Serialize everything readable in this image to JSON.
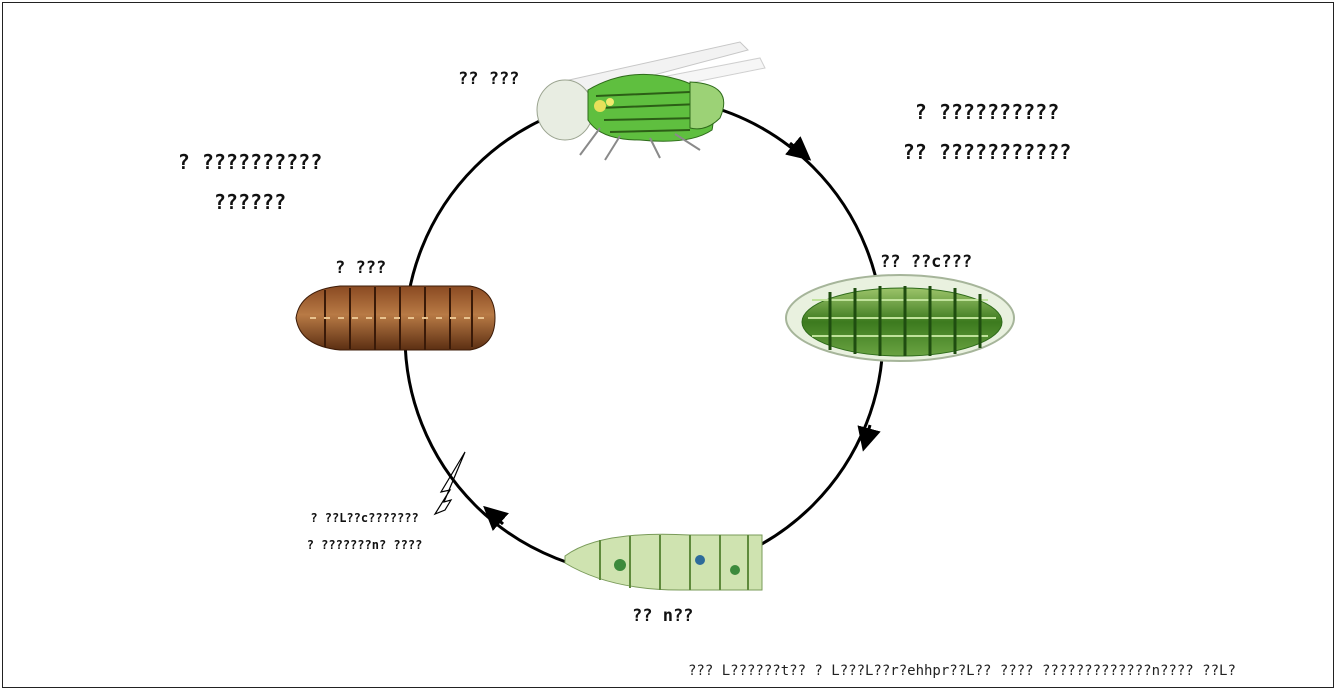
{
  "stages": {
    "adult": "?? ???",
    "egg": "?? ??c???",
    "larva": "?? n??",
    "pupa": "? ???"
  },
  "notes": {
    "right_line1": "? ??????????",
    "right_line2": "?? ???????????",
    "left_line1": "? ??????????",
    "left_line2": "??????"
  },
  "transition": {
    "line1": "? ??L??c???????",
    "line2": "? ???????n? ????"
  },
  "footer": "??? L??????t?? ? L???L??r?ehhpr??L?? ???? ?????????????n???? ??L?"
}
